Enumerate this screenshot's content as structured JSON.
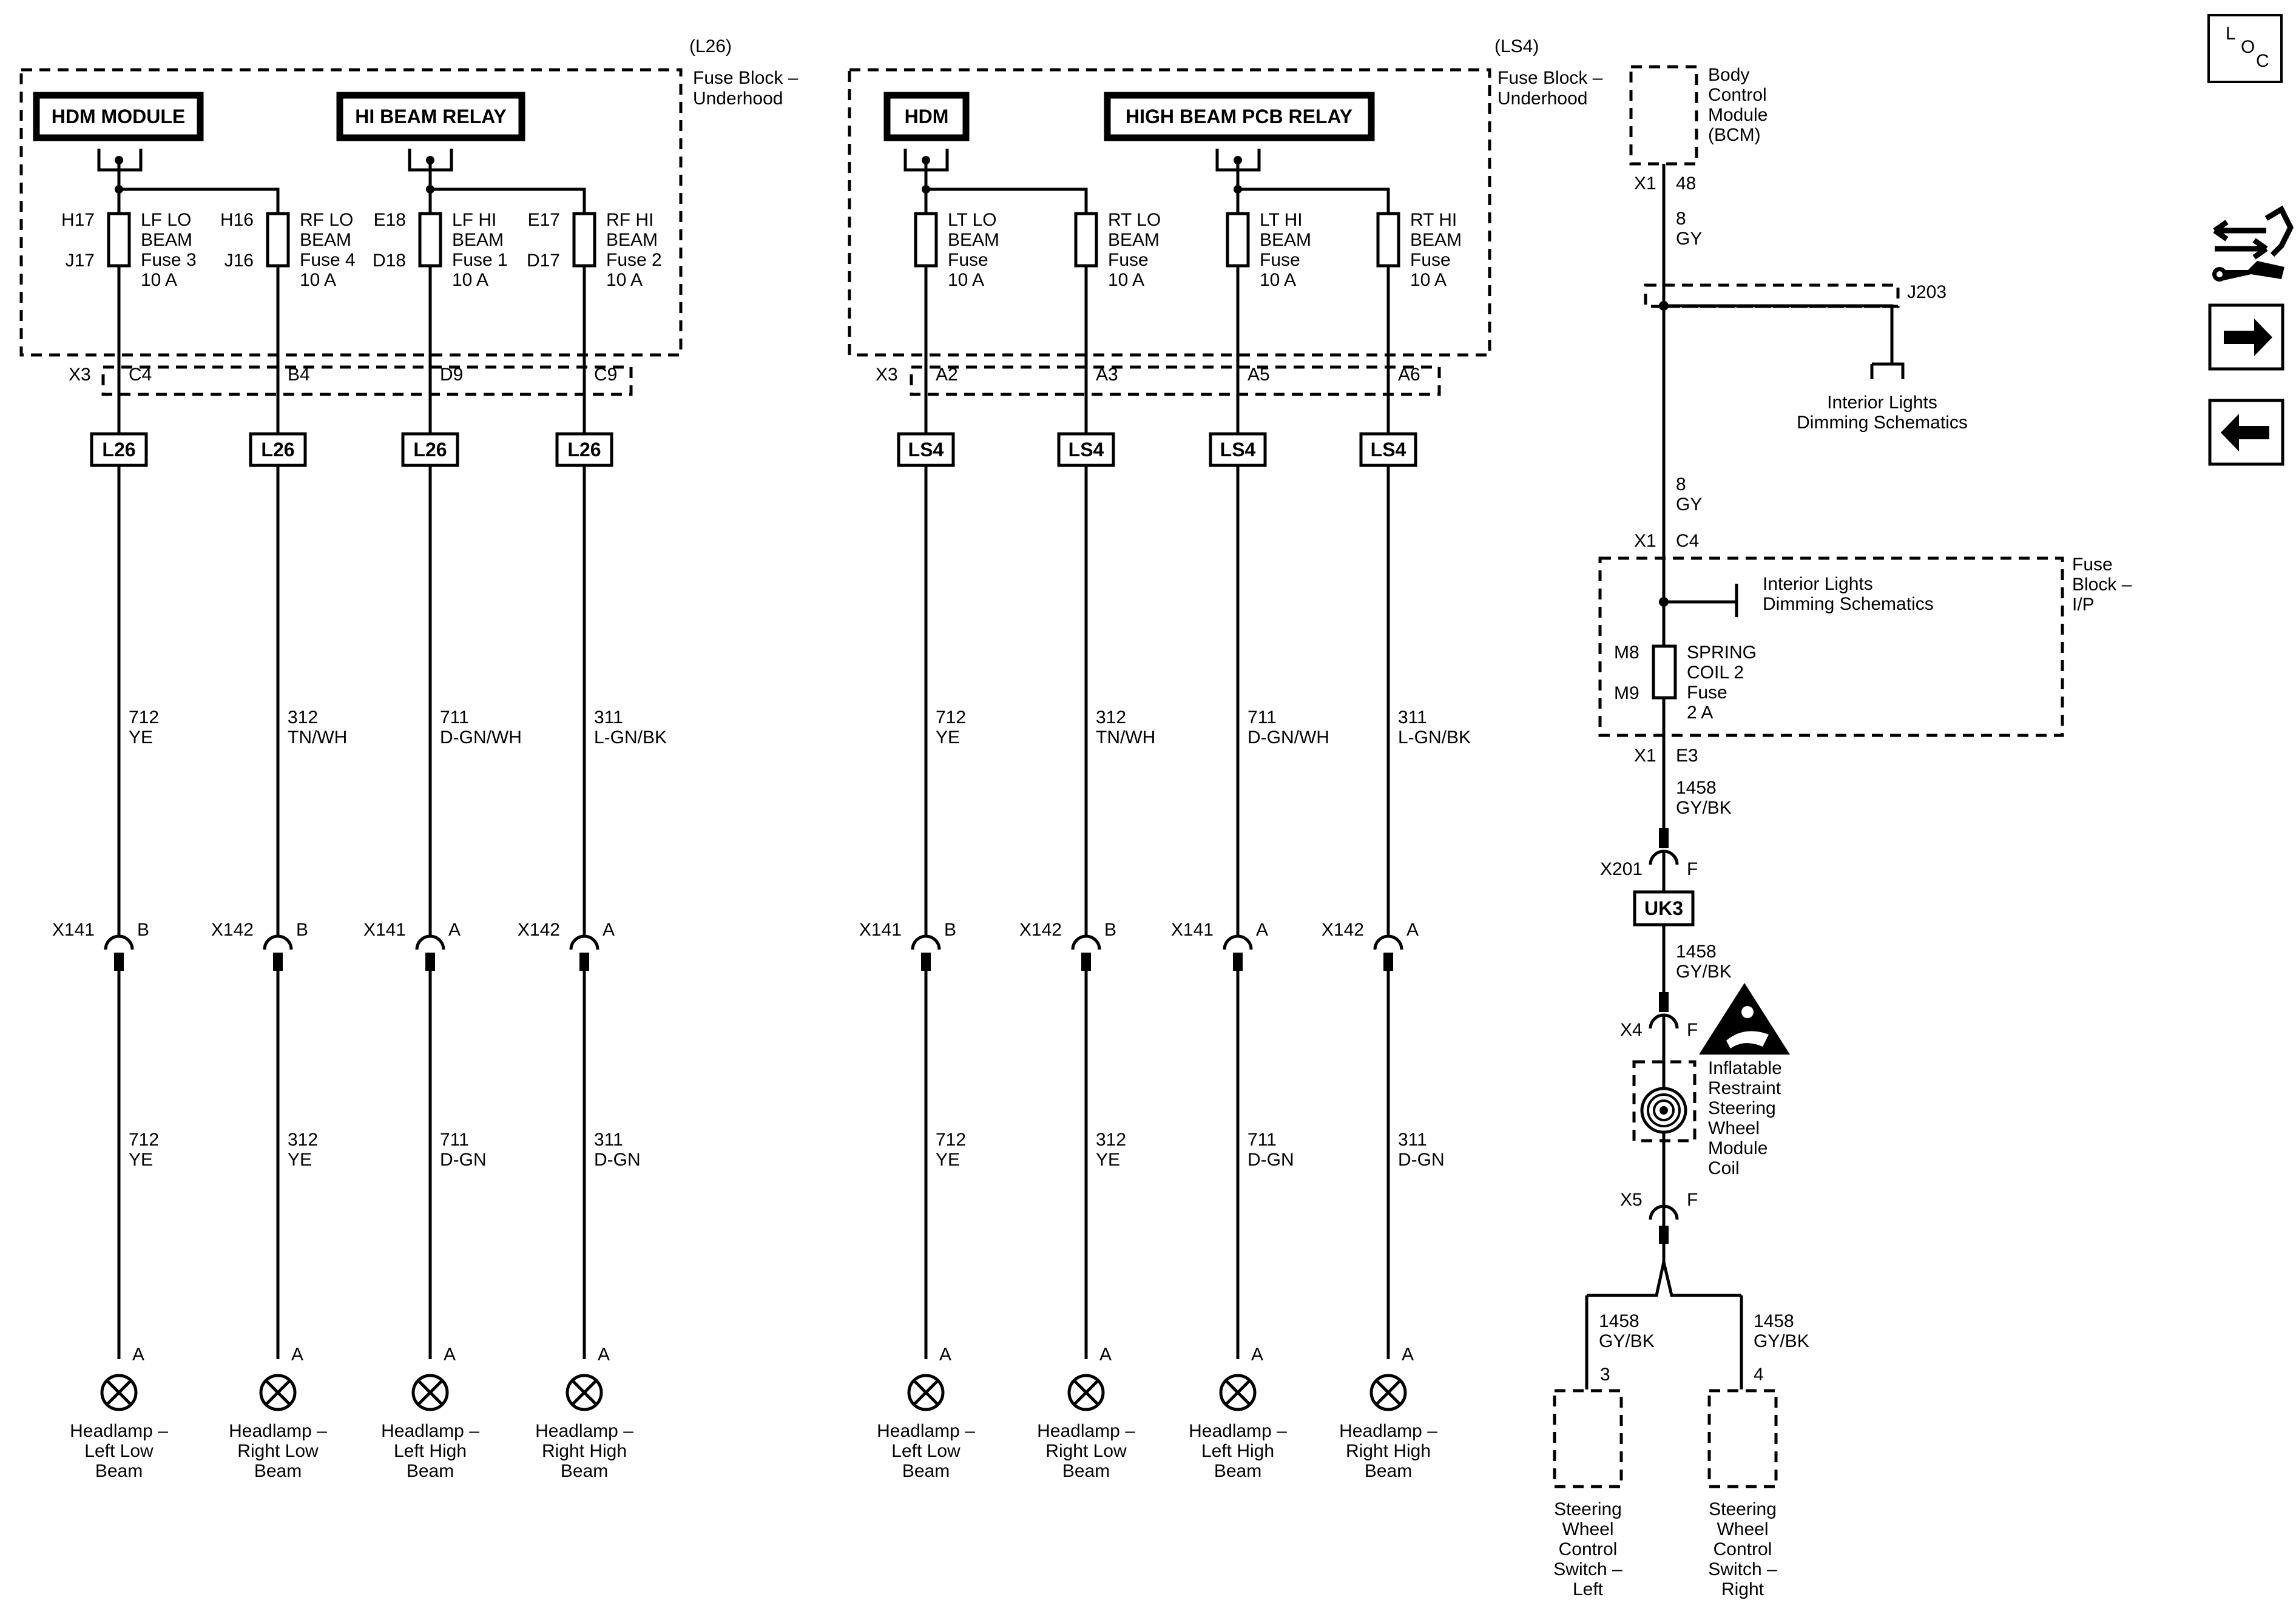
{
  "options": {
    "left_group": "(L26)",
    "right_group": "(LS4)"
  },
  "fuse_block_underhood": [
    "Fuse Block –",
    "Underhood"
  ],
  "left": {
    "module": "HDM MODULE",
    "relay": "HI BEAM RELAY",
    "connector": "X3",
    "circuits": [
      {
        "pin_top": "H17",
        "pin_bot": "J17",
        "fuse": [
          "LF LO",
          "BEAM",
          "Fuse 3",
          "10 A"
        ],
        "cav": "C4",
        "option": "L26",
        "wire_top": [
          "712",
          "YE"
        ],
        "conn": "X141",
        "conn_pin": "B",
        "wire_bot": [
          "712",
          "YE"
        ],
        "lamp_pin": "A",
        "lamp": [
          "Headlamp –",
          "Left Low",
          "Beam"
        ]
      },
      {
        "pin_top": "H16",
        "pin_bot": "J16",
        "fuse": [
          "RF LO",
          "BEAM",
          "Fuse 4",
          "10 A"
        ],
        "cav": "B4",
        "option": "L26",
        "wire_top": [
          "312",
          "TN/WH"
        ],
        "conn": "X142",
        "conn_pin": "B",
        "wire_bot": [
          "312",
          "YE"
        ],
        "lamp_pin": "A",
        "lamp": [
          "Headlamp –",
          "Right Low",
          "Beam"
        ]
      },
      {
        "pin_top": "E18",
        "pin_bot": "D18",
        "fuse": [
          "LF HI",
          "BEAM",
          "Fuse 1",
          "10 A"
        ],
        "cav": "D9",
        "option": "L26",
        "wire_top": [
          "711",
          "D-GN/WH"
        ],
        "conn": "X141",
        "conn_pin": "A",
        "wire_bot": [
          "711",
          "D-GN"
        ],
        "lamp_pin": "A",
        "lamp": [
          "Headlamp –",
          "Left High",
          "Beam"
        ]
      },
      {
        "pin_top": "E17",
        "pin_bot": "D17",
        "fuse": [
          "RF HI",
          "BEAM",
          "Fuse 2",
          "10 A"
        ],
        "cav": "C9",
        "option": "L26",
        "wire_top": [
          "311",
          "L-GN/BK"
        ],
        "conn": "X142",
        "conn_pin": "A",
        "wire_bot": [
          "311",
          "D-GN"
        ],
        "lamp_pin": "A",
        "lamp": [
          "Headlamp –",
          "Right High",
          "Beam"
        ]
      }
    ]
  },
  "right": {
    "module": "HDM",
    "relay": "HIGH BEAM PCB RELAY",
    "connector": "X3",
    "circuits": [
      {
        "fuse": [
          "LT LO",
          "BEAM",
          "Fuse",
          "10 A"
        ],
        "cav": "A2",
        "option": "LS4",
        "wire_top": [
          "712",
          "YE"
        ],
        "conn": "X141",
        "conn_pin": "B",
        "wire_bot": [
          "712",
          "YE"
        ],
        "lamp_pin": "A",
        "lamp": [
          "Headlamp –",
          "Left Low",
          "Beam"
        ]
      },
      {
        "fuse": [
          "RT LO",
          "BEAM",
          "Fuse",
          "10 A"
        ],
        "cav": "A3",
        "option": "LS4",
        "wire_top": [
          "312",
          "TN/WH"
        ],
        "conn": "X142",
        "conn_pin": "B",
        "wire_bot": [
          "312",
          "YE"
        ],
        "lamp_pin": "A",
        "lamp": [
          "Headlamp –",
          "Right Low",
          "Beam"
        ]
      },
      {
        "fuse": [
          "LT HI",
          "BEAM",
          "Fuse",
          "10 A"
        ],
        "cav": "A5",
        "option": "LS4",
        "wire_top": [
          "711",
          "D-GN/WH"
        ],
        "conn": "X141",
        "conn_pin": "A",
        "wire_bot": [
          "711",
          "D-GN"
        ],
        "lamp_pin": "A",
        "lamp": [
          "Headlamp –",
          "Left High",
          "Beam"
        ]
      },
      {
        "fuse": [
          "RT HI",
          "BEAM",
          "Fuse",
          "10 A"
        ],
        "cav": "A6",
        "option": "LS4",
        "wire_top": [
          "311",
          "L-GN/BK"
        ],
        "conn": "X142",
        "conn_pin": "A",
        "wire_bot": [
          "311",
          "D-GN"
        ],
        "lamp_pin": "A",
        "lamp": [
          "Headlamp –",
          "Right High",
          "Beam"
        ]
      }
    ]
  },
  "bcm": {
    "name": [
      "Body",
      "Control",
      "Module",
      "(BCM)"
    ],
    "conn": "X1",
    "pin": "48",
    "wire1": [
      "8",
      "GY"
    ],
    "splice": "J203",
    "dimming1": [
      "Interior Lights",
      "Dimming Schematics"
    ],
    "wire2": [
      "8",
      "GY"
    ],
    "fb_conn": "X1",
    "fb_pin": "C4",
    "fuse_block_ip": [
      "Fuse",
      "Block –",
      "I/P"
    ],
    "dimming2": [
      "Interior Lights",
      "Dimming Schematics"
    ],
    "fuse_pin_top": "M8",
    "fuse_pin_bot": "M9",
    "fuse": [
      "SPRING",
      "COIL 2",
      "Fuse",
      "2 A"
    ],
    "out_conn": "X1",
    "out_pin": "E3",
    "wire3": [
      "1458",
      "GY/BK"
    ],
    "x201": "X201",
    "x201_pin": "F",
    "option": "UK3",
    "wire4": [
      "1458",
      "GY/BK"
    ],
    "x4": "X4",
    "x4_pin": "F",
    "coil": [
      "Inflatable",
      "Restraint",
      "Steering",
      "Wheel",
      "Module",
      "Coil"
    ],
    "x5": "X5",
    "x5_pin": "F",
    "left_wire": [
      "1458",
      "GY/BK"
    ],
    "right_wire": [
      "1458",
      "GY/BK"
    ],
    "left_pin": "3",
    "right_pin": "4",
    "left_switch": [
      "Steering",
      "Wheel",
      "Control",
      "Switch –",
      "Left"
    ],
    "right_switch": [
      "Steering",
      "Wheel",
      "Control",
      "Switch –",
      "Right"
    ]
  },
  "nav": {
    "loc": [
      "L",
      "O",
      "C"
    ],
    "icons": [
      "connector-tool-icon",
      "arrow-right-icon",
      "arrow-left-icon"
    ]
  }
}
